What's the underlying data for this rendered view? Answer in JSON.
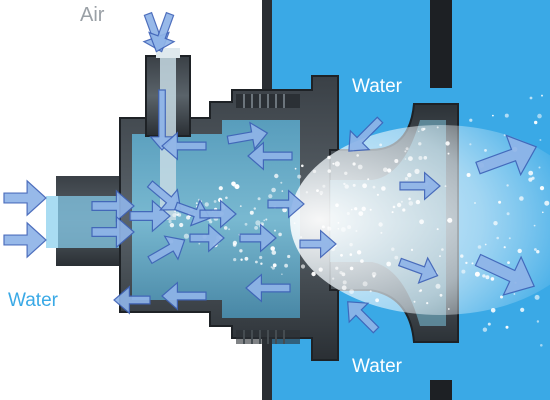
{
  "labels": {
    "air": "Air",
    "water_inlet": "Water",
    "water_top": "Water",
    "water_bottom": "Water"
  },
  "colors": {
    "tank_water": "#3aa9e6",
    "body_dark": "#2b3035",
    "body_mid": "#4a5258",
    "arrow_fill": "#8fb4e8",
    "arrow_stroke": "#3f63b8",
    "air_label": "#9aa0a6",
    "water_label_left": "#3aa9e6",
    "water_label_tank": "#ffffff",
    "bubbles": "#ffffff"
  },
  "icons": [
    "flow-arrow",
    "air-bubble"
  ]
}
